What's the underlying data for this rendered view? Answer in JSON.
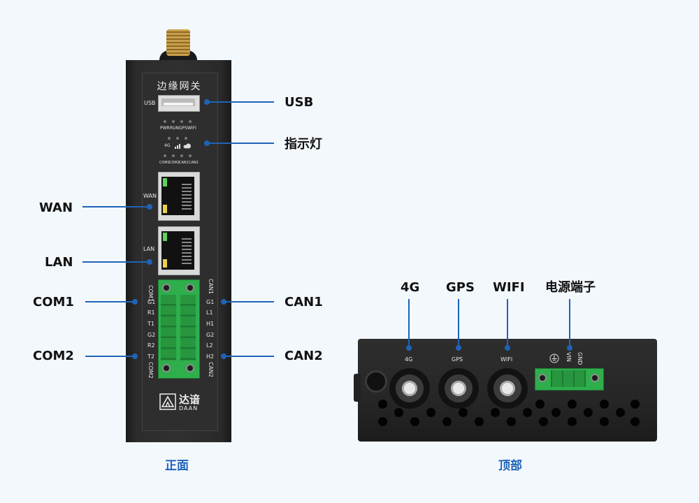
{
  "front": {
    "device_label": "边缘网关",
    "usb_port_label": "USB",
    "led_row1": [
      "PWR",
      "RUN",
      "GPS",
      "WIFI"
    ],
    "led_row2": [
      "4G",
      "signal-bars",
      "cloud"
    ],
    "led_row3": [
      "COM1",
      "COM2",
      "CAN1",
      "CAN2"
    ],
    "wan_port_label": "WAN",
    "lan_port_label": "LAN",
    "terminal_left_top": "COM1",
    "terminal_left_bottom": "COM2",
    "terminal_right_top": "CAN1",
    "terminal_right_bottom": "CAN2",
    "left_pins": [
      "G1",
      "R1",
      "T1",
      "G2",
      "R2",
      "T2"
    ],
    "right_pins": [
      "G1",
      "L1",
      "H1",
      "G2",
      "L2",
      "H2"
    ],
    "brand_cn": "达谙",
    "brand_en": "DAAN",
    "caption": "正面"
  },
  "top": {
    "port_labels": [
      "4G",
      "GPS",
      "WIFI"
    ],
    "power_pins": [
      "VIN",
      "GND"
    ],
    "caption": "顶部"
  },
  "callouts": {
    "usb": "USB",
    "indicator": "指示灯",
    "wan": "WAN",
    "lan": "LAN",
    "com1": "COM1",
    "com2": "COM2",
    "can1": "CAN1",
    "can2": "CAN2",
    "antenna_4g": "4G",
    "antenna_gps": "GPS",
    "antenna_wifi": "WIFI",
    "power_terminal": "电源端子"
  },
  "colors": {
    "background": "#f3f8fd",
    "accent_blue": "#1f63b8",
    "device_body": "#2b2b2b",
    "terminal_green": "#2fae4c",
    "antenna_gold": "#c9a04a"
  }
}
